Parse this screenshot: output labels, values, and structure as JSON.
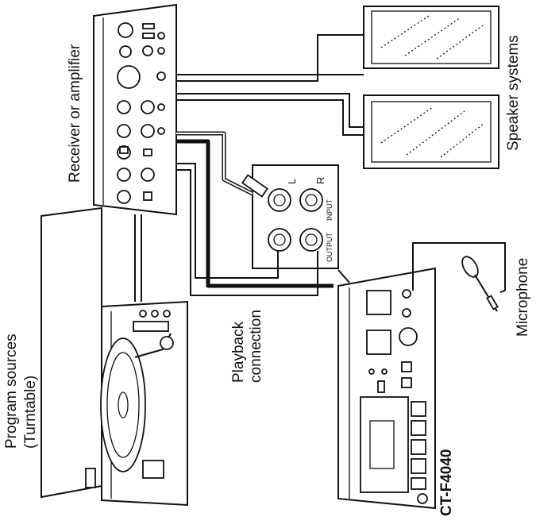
{
  "labels": {
    "receiver": "Receiver or amplifier",
    "speakers": "Speaker systems",
    "program_line1": "Program sources",
    "program_line2": "(Turntable)",
    "playback_line1": "Playback",
    "playback_line2": "connection",
    "microphone": "Microphone",
    "model": "CT-F4040",
    "jack_left": "L",
    "jack_right": "R",
    "jack_input": "INPUT",
    "jack_output": "OUTPUT"
  },
  "colors": {
    "ink": "#111111",
    "paper": "#ffffff"
  }
}
